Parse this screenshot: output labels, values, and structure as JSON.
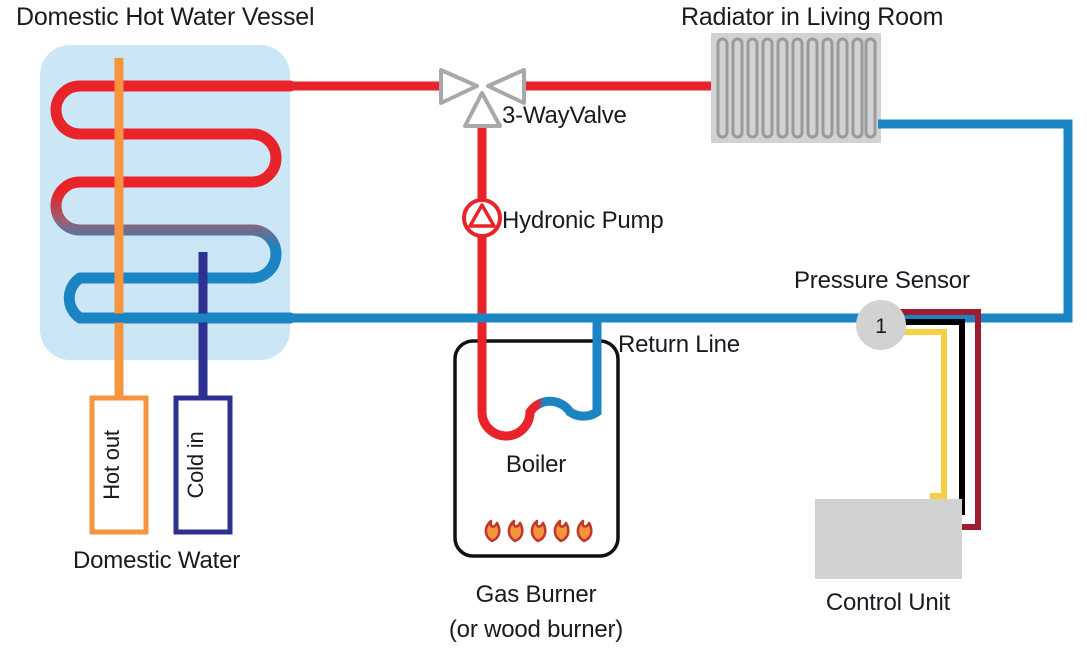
{
  "diagram": {
    "title_vessel": "Domestic Hot Water Vessel",
    "title_radiator": "Radiator in Living Room",
    "label_three_way_valve": "3-WayValve",
    "label_hydronic_pump": "Hydronic Pump",
    "label_pressure_sensor": "Pressure Sensor",
    "label_return_line": "Return Line",
    "label_boiler": "Boiler",
    "label_gas_burner_line1": "Gas Burner",
    "label_gas_burner_line2": "(or wood burner)",
    "label_control_unit": "Control Unit",
    "label_domestic_water": "Domestic Water",
    "label_hot_out": "Hot out",
    "label_cold_in": "Cold in",
    "sensor_number": "1"
  },
  "colors": {
    "hot_red": "#e8232a",
    "cool_blue": "#1b85c4",
    "orange": "#f7943e",
    "navy": "#2e3192",
    "vessel_fill": "#cbe7f5",
    "gray_valve": "#a8a8a8",
    "gray_body": "#d2d2d2",
    "gray_fin": "#9a9a9a",
    "wire_darkred": "#9e1b32",
    "wire_black": "#000000",
    "wire_yellow": "#f6cf45",
    "outline_black": "#111111",
    "flame_outline": "#c0392b",
    "text": "#1a1a22"
  },
  "counts": {
    "radiator_fins": 11,
    "burner_flames": 5,
    "sensor_wires": 3
  },
  "icons": [
    "three-way-valve-icon",
    "hydronic-pump-icon",
    "flame-icon",
    "radiator-fin-icon",
    "pressure-sensor-icon"
  ]
}
